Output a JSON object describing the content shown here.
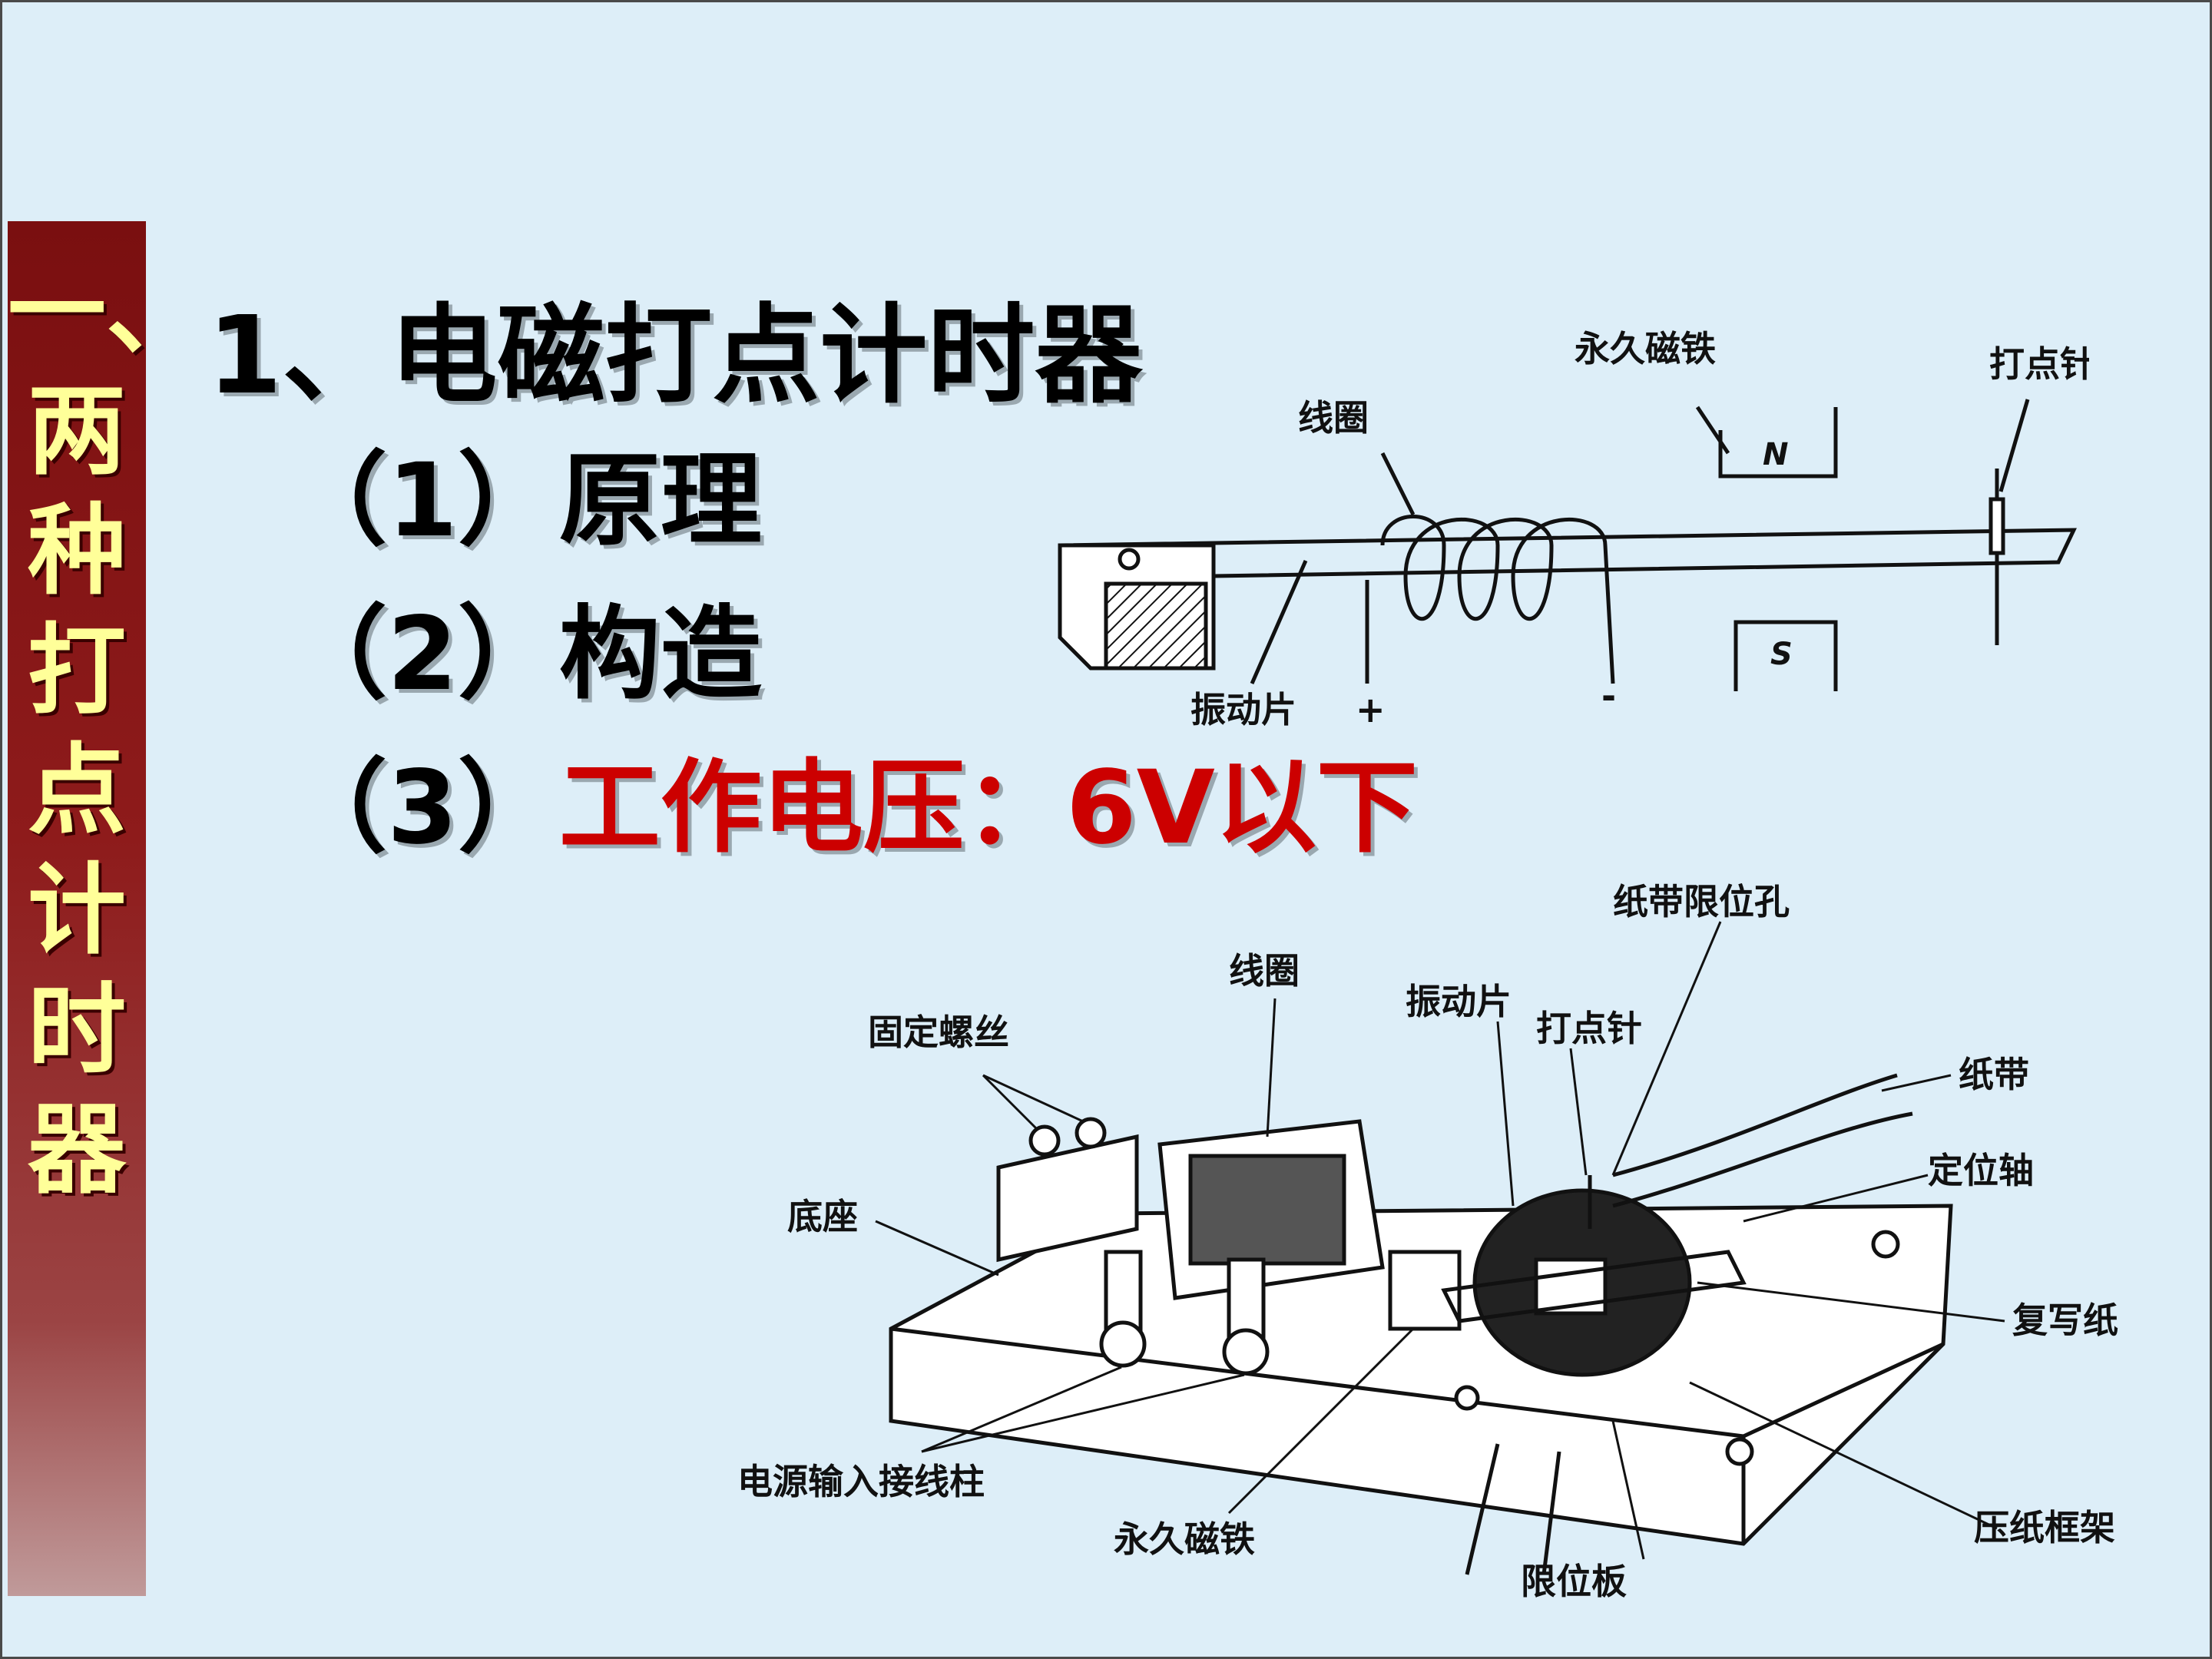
{
  "sidebar": {
    "title": "一、两种打点计时器"
  },
  "heading": "1、电磁打点计时器",
  "items": [
    {
      "number": "（1）",
      "text": "原理"
    },
    {
      "number": "（2）",
      "text": "构造"
    },
    {
      "number": "（3）",
      "text": "工作电压：6V以下"
    }
  ],
  "diagram_top": {
    "labels": {
      "magnet": "永久磁铁",
      "needle": "打点针",
      "coil": "线圈",
      "north": "N",
      "south": "S",
      "vibrator": "振动片",
      "plus": "+",
      "minus": "-"
    }
  },
  "diagram_bottom": {
    "labels": {
      "tape_hole": "纸带限位孔",
      "coil": "线圈",
      "vibrator": "振动片",
      "screws": "固定螺丝",
      "needle": "打点针",
      "tape": "纸带",
      "axle": "定位轴",
      "base": "底座",
      "carbon": "复写纸",
      "terminals": "电源输入接线柱",
      "magnet": "永久磁铁",
      "limit_plate": "限位板",
      "frame": "压纸框架"
    }
  },
  "colors": {
    "background": "#ddeef8",
    "sidebar": "#8e1b1b",
    "sidebar_text": "#ffff99",
    "highlight": "#cc0000"
  }
}
